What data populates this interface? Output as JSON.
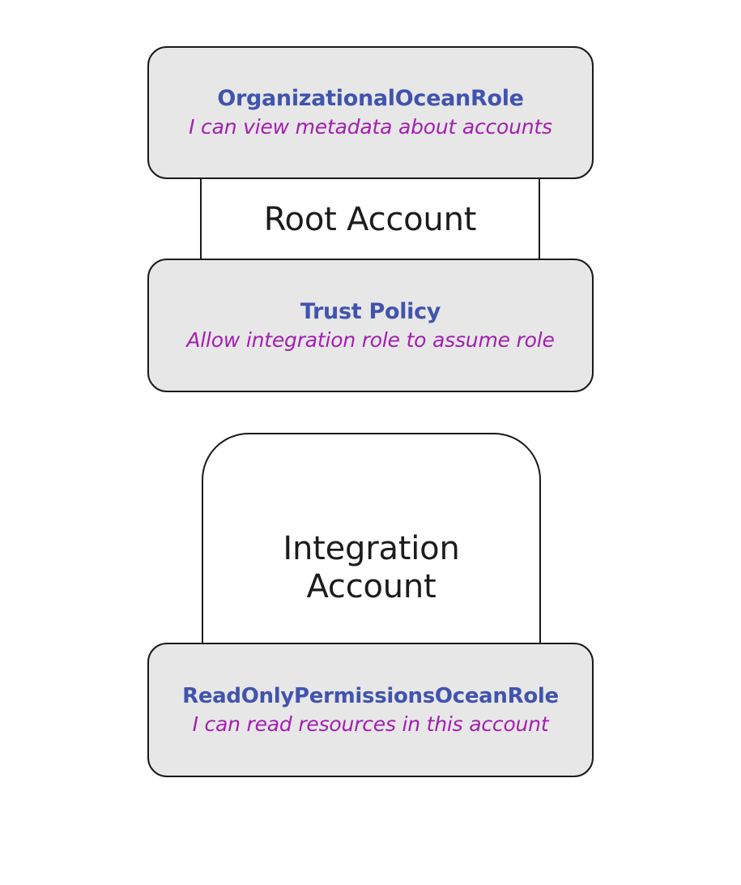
{
  "diagram": {
    "title": "AWS cross-account role trust diagram",
    "background_color": "#ffffff",
    "colors": {
      "card_fill": "#e7e7e7",
      "card_border": "#1a1a1a",
      "role_title": "#4154ad",
      "role_description": "#a21fb0",
      "account_label": "#1c1c1c"
    }
  },
  "accounts": [
    {
      "id": "root-account",
      "label": "Root Account"
    },
    {
      "id": "integration-account",
      "label": "Integration\nAccount"
    }
  ],
  "roles": [
    {
      "id": "organizational-ocean-role",
      "title": "OrganizationalOceanRole",
      "description": "I can view metadata about accounts"
    },
    {
      "id": "trust-policy",
      "title": "Trust Policy",
      "description": "Allow integration role to assume role"
    },
    {
      "id": "readonly-permissions-ocean-role",
      "title": "ReadOnlyPermissionsOceanRole",
      "description": "I can read resources in this account"
    }
  ]
}
